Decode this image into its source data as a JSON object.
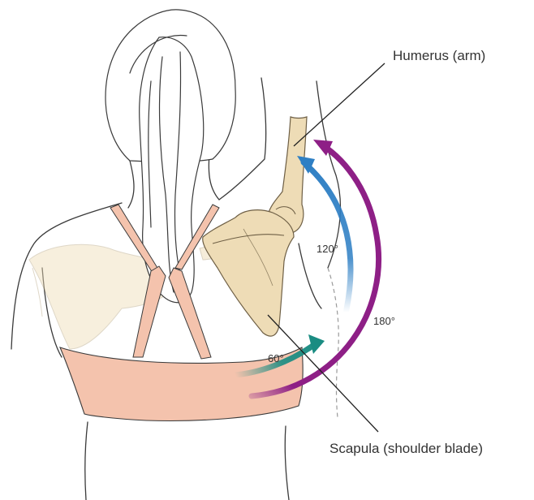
{
  "labels": {
    "humerus": "Humerus (arm)",
    "scapula": "Scapula (shoulder blade)",
    "angle_60": "60°",
    "angle_120": "120°",
    "angle_180": "180°"
  },
  "colors": {
    "arrow_60": "#1a8c82",
    "arrow_120": "#2e7fc4",
    "arrow_180": "#8e1f86",
    "bone": "#eedcb6",
    "bra": "#f4c3ad",
    "outline": "#3a3a3a"
  },
  "icons": [
    "arrow-60-icon",
    "arrow-120-icon",
    "arrow-180-icon"
  ]
}
